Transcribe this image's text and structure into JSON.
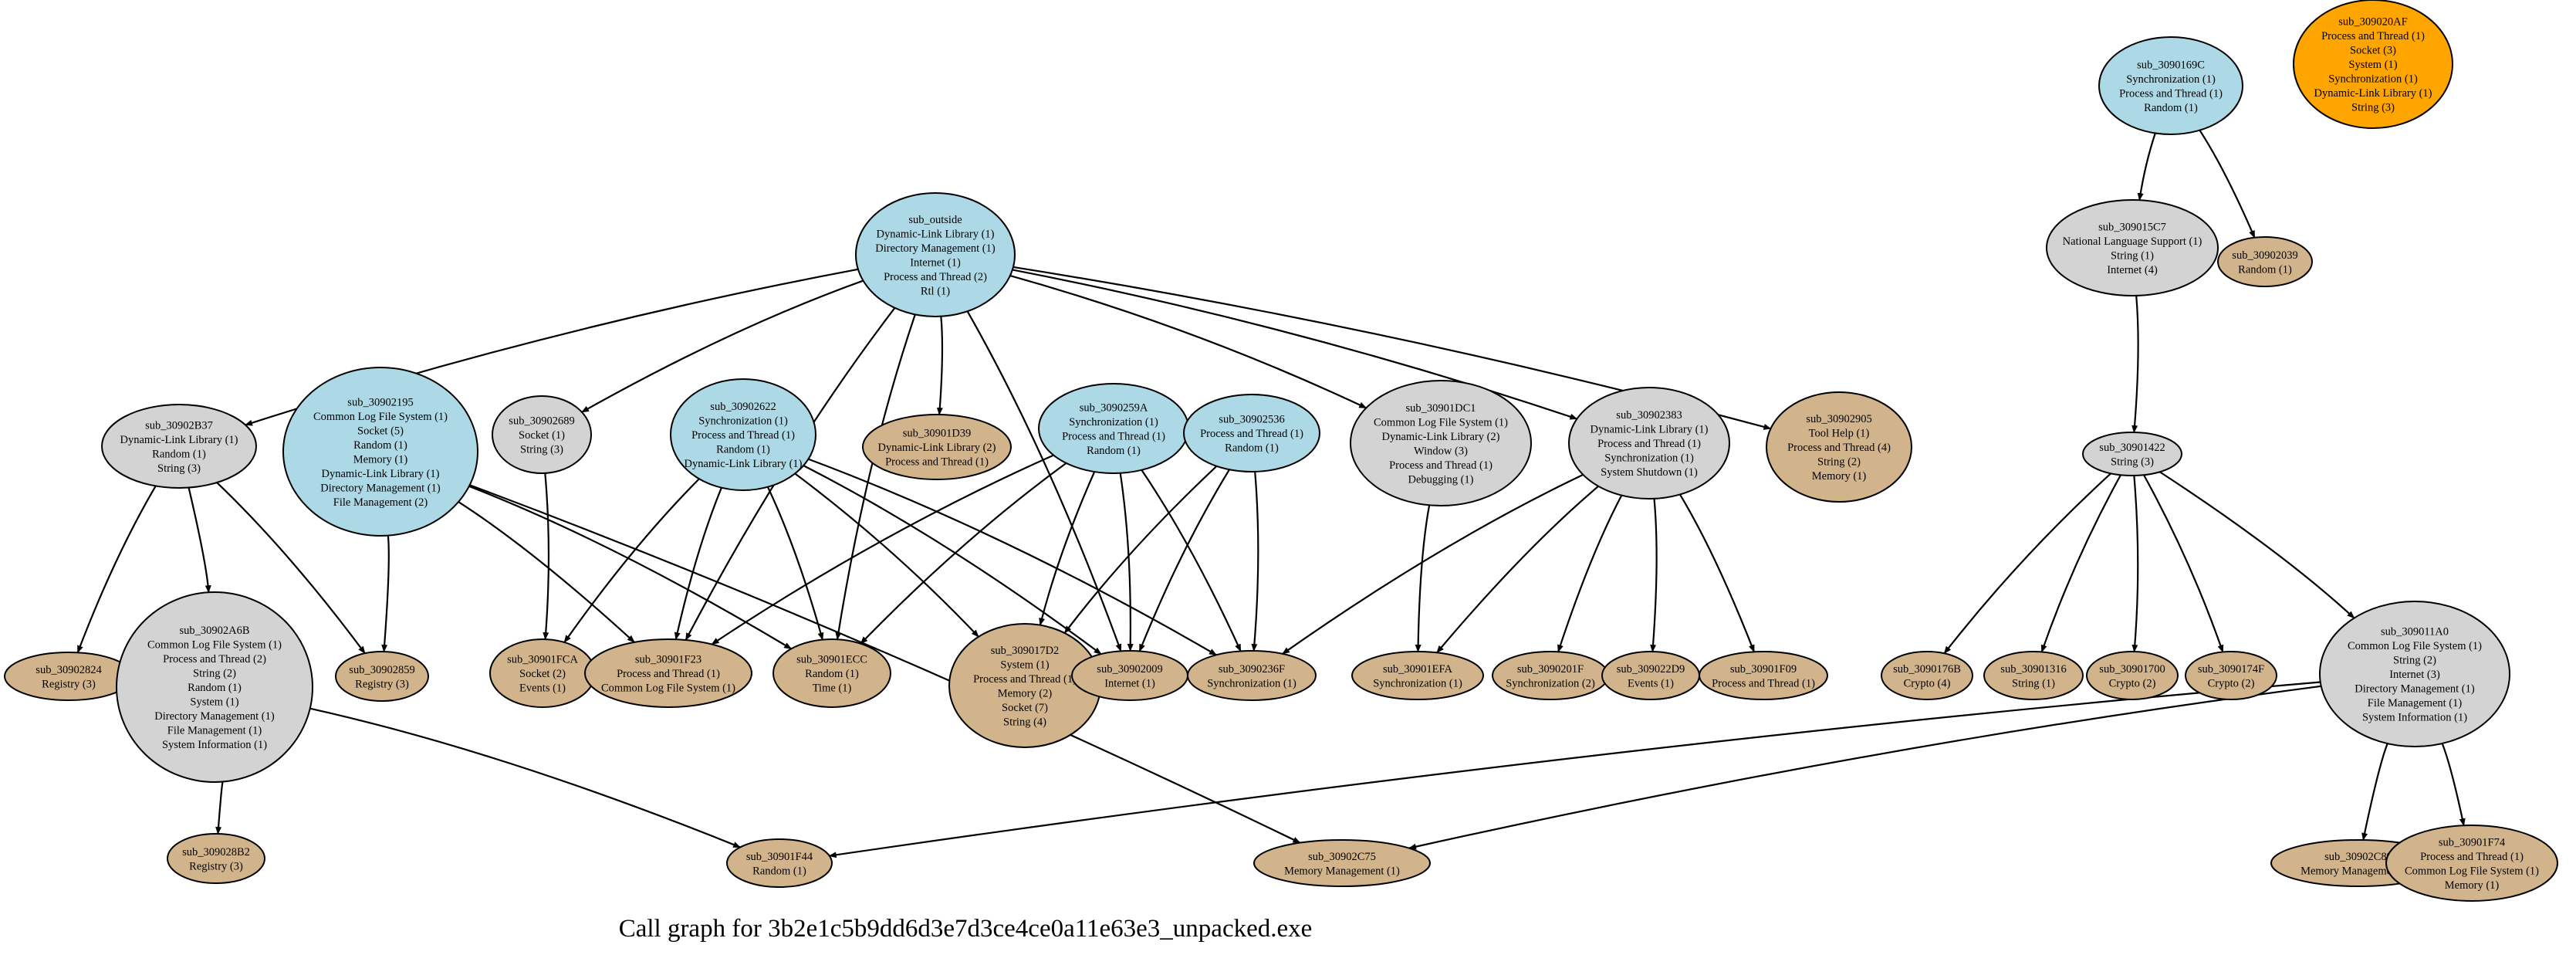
{
  "caption": "Call graph for 3b2e1c5b9dd6d3e7d3ce4ce0a11e63e3_unpacked.exe",
  "colors": {
    "blue": "#add8e6",
    "gray": "#d3d3d3",
    "tan": "#d2b48c",
    "orange": "#ffa500",
    "stroke": "#000000"
  },
  "nodes": [
    {
      "id": "sub_outside",
      "color": "blue",
      "lines": [
        "sub_outside",
        "Dynamic-Link Library (1)",
        "Directory Management (1)",
        "Internet (1)",
        "Process and Thread (2)",
        "Rtl (1)"
      ]
    },
    {
      "id": "sub_30902B37",
      "color": "gray",
      "lines": [
        "sub_30902B37",
        "Dynamic-Link Library (1)",
        "Random (1)",
        "String (3)"
      ]
    },
    {
      "id": "sub_30902195",
      "color": "blue",
      "lines": [
        "sub_30902195",
        "Common Log File System (1)",
        "Socket (5)",
        "Random (1)",
        "Memory (1)",
        "Dynamic-Link Library (1)",
        "Directory Management (1)",
        "File Management (2)"
      ]
    },
    {
      "id": "sub_30902689",
      "color": "gray",
      "lines": [
        "sub_30902689",
        "Socket (1)",
        "String (3)"
      ]
    },
    {
      "id": "sub_30902622",
      "color": "blue",
      "lines": [
        "sub_30902622",
        "Synchronization (1)",
        "Process and Thread (1)",
        "Random (1)",
        "Dynamic-Link Library (1)"
      ]
    },
    {
      "id": "sub_30901D39",
      "color": "tan",
      "lines": [
        "sub_30901D39",
        "Dynamic-Link Library (2)",
        "Process and Thread (1)"
      ]
    },
    {
      "id": "sub_3090259A",
      "color": "blue",
      "lines": [
        "sub_3090259A",
        "Synchronization (1)",
        "Process and Thread (1)",
        "Random (1)"
      ]
    },
    {
      "id": "sub_30902536",
      "color": "blue",
      "lines": [
        "sub_30902536",
        "Process and Thread (1)",
        "Random (1)"
      ]
    },
    {
      "id": "sub_30901DC1",
      "color": "gray",
      "lines": [
        "sub_30901DC1",
        "Common Log File System (1)",
        "Dynamic-Link Library (2)",
        "Window (3)",
        "Process and Thread (1)",
        "Debugging (1)"
      ]
    },
    {
      "id": "sub_30902383",
      "color": "gray",
      "lines": [
        "sub_30902383",
        "Dynamic-Link Library (1)",
        "Process and Thread (1)",
        "Synchronization (1)",
        "System Shutdown (1)"
      ]
    },
    {
      "id": "sub_30902905",
      "color": "tan",
      "lines": [
        "sub_30902905",
        "Tool Help (1)",
        "Process and Thread (4)",
        "String (2)",
        "Memory (1)"
      ]
    },
    {
      "id": "sub_3090169C",
      "color": "blue",
      "lines": [
        "sub_3090169C",
        "Synchronization (1)",
        "Process and Thread (1)",
        "Random (1)"
      ]
    },
    {
      "id": "sub_309020AF",
      "color": "orange",
      "lines": [
        "sub_309020AF",
        "Process and Thread (1)",
        "Socket (3)",
        "System (1)",
        "Synchronization (1)",
        "Dynamic-Link Library (1)",
        "String (3)"
      ]
    },
    {
      "id": "sub_309015C7",
      "color": "gray",
      "lines": [
        "sub_309015C7",
        "National Language Support (1)",
        "String (1)",
        "Internet (4)"
      ]
    },
    {
      "id": "sub_30902039",
      "color": "tan",
      "lines": [
        "sub_30902039",
        "Random (1)"
      ]
    },
    {
      "id": "sub_30901422",
      "color": "gray",
      "lines": [
        "sub_30901422",
        "String (3)"
      ]
    },
    {
      "id": "sub_30902824",
      "color": "tan",
      "lines": [
        "sub_30902824",
        "Registry (3)"
      ]
    },
    {
      "id": "sub_30902A6B",
      "color": "gray",
      "lines": [
        "sub_30902A6B",
        "Common Log File System (1)",
        "Process and Thread (2)",
        "String (2)",
        "Random (1)",
        "System (1)",
        "Directory Management (1)",
        "File Management (1)",
        "System Information (1)"
      ]
    },
    {
      "id": "sub_30902859",
      "color": "tan",
      "lines": [
        "sub_30902859",
        "Registry (3)"
      ]
    },
    {
      "id": "sub_30901FCA",
      "color": "tan",
      "lines": [
        "sub_30901FCA",
        "Socket (2)",
        "Events (1)"
      ]
    },
    {
      "id": "sub_30901F23",
      "color": "tan",
      "lines": [
        "sub_30901F23",
        "Process and Thread (1)",
        "Common Log File System (1)"
      ]
    },
    {
      "id": "sub_30901ECC",
      "color": "tan",
      "lines": [
        "sub_30901ECC",
        "Random (1)",
        "Time (1)"
      ]
    },
    {
      "id": "sub_309017D2",
      "color": "tan",
      "lines": [
        "sub_309017D2",
        "System (1)",
        "Process and Thread (1)",
        "Memory (2)",
        "Socket (7)",
        "String (4)"
      ]
    },
    {
      "id": "sub_30902009",
      "color": "tan",
      "lines": [
        "sub_30902009",
        "Internet (1)"
      ]
    },
    {
      "id": "sub_3090236F",
      "color": "tan",
      "lines": [
        "sub_3090236F",
        "Synchronization (1)"
      ]
    },
    {
      "id": "sub_30901EFA",
      "color": "tan",
      "lines": [
        "sub_30901EFA",
        "Synchronization (1)"
      ]
    },
    {
      "id": "sub_3090201F",
      "color": "tan",
      "lines": [
        "sub_3090201F",
        "Synchronization (2)"
      ]
    },
    {
      "id": "sub_309022D9",
      "color": "tan",
      "lines": [
        "sub_309022D9",
        "Events (1)"
      ]
    },
    {
      "id": "sub_30901F09",
      "color": "tan",
      "lines": [
        "sub_30901F09",
        "Process and Thread (1)"
      ]
    },
    {
      "id": "sub_3090176B",
      "color": "tan",
      "lines": [
        "sub_3090176B",
        "Crypto (4)"
      ]
    },
    {
      "id": "sub_30901316",
      "color": "tan",
      "lines": [
        "sub_30901316",
        "String (1)"
      ]
    },
    {
      "id": "sub_30901700",
      "color": "tan",
      "lines": [
        "sub_30901700",
        "Crypto (2)"
      ]
    },
    {
      "id": "sub_3090174F",
      "color": "tan",
      "lines": [
        "sub_3090174F",
        "Crypto (2)"
      ]
    },
    {
      "id": "sub_309011A0",
      "color": "gray",
      "lines": [
        "sub_309011A0",
        "Common Log File System (1)",
        "String (2)",
        "Internet (3)",
        "Directory Management (1)",
        "File Management (1)",
        "System Information (1)"
      ]
    },
    {
      "id": "sub_309028B2",
      "color": "tan",
      "lines": [
        "sub_309028B2",
        "Registry (3)"
      ]
    },
    {
      "id": "sub_30901F44",
      "color": "tan",
      "lines": [
        "sub_30901F44",
        "Random (1)"
      ]
    },
    {
      "id": "sub_30902C75",
      "color": "tan",
      "lines": [
        "sub_30902C75",
        "Memory Management (1)"
      ]
    },
    {
      "id": "sub_30902C89",
      "color": "tan",
      "lines": [
        "sub_30902C89",
        "Memory Management (1)"
      ]
    },
    {
      "id": "sub_30901F74",
      "color": "tan",
      "lines": [
        "sub_30901F74",
        "Process and Thread (1)",
        "Common Log File System (1)",
        "Memory (1)"
      ]
    }
  ],
  "edges": [
    [
      "sub_outside",
      "sub_30902B37"
    ],
    [
      "sub_outside",
      "sub_30902689"
    ],
    [
      "sub_outside",
      "sub_30901F23"
    ],
    [
      "sub_outside",
      "sub_30901ECC"
    ],
    [
      "sub_outside",
      "sub_30901D39"
    ],
    [
      "sub_outside",
      "sub_30902009"
    ],
    [
      "sub_outside",
      "sub_30901DC1"
    ],
    [
      "sub_outside",
      "sub_30902383"
    ],
    [
      "sub_outside",
      "sub_30902905"
    ],
    [
      "sub_30902B37",
      "sub_30902824"
    ],
    [
      "sub_30902B37",
      "sub_30902A6B"
    ],
    [
      "sub_30902B37",
      "sub_30902859"
    ],
    [
      "sub_30902195",
      "sub_30902859"
    ],
    [
      "sub_30902195",
      "sub_30901F23"
    ],
    [
      "sub_30902195",
      "sub_30901ECC"
    ],
    [
      "sub_30902195",
      "sub_30902C75"
    ],
    [
      "sub_30902689",
      "sub_30901FCA"
    ],
    [
      "sub_30902622",
      "sub_30901FCA"
    ],
    [
      "sub_30902622",
      "sub_30901F23"
    ],
    [
      "sub_30902622",
      "sub_30901ECC"
    ],
    [
      "sub_30902622",
      "sub_309017D2"
    ],
    [
      "sub_30902622",
      "sub_30902009"
    ],
    [
      "sub_30902622",
      "sub_3090236F"
    ],
    [
      "sub_3090259A",
      "sub_30901F23"
    ],
    [
      "sub_3090259A",
      "sub_30901ECC"
    ],
    [
      "sub_3090259A",
      "sub_309017D2"
    ],
    [
      "sub_3090259A",
      "sub_30902009"
    ],
    [
      "sub_3090259A",
      "sub_3090236F"
    ],
    [
      "sub_30902536",
      "sub_309017D2"
    ],
    [
      "sub_30902536",
      "sub_30902009"
    ],
    [
      "sub_30902536",
      "sub_3090236F"
    ],
    [
      "sub_30901DC1",
      "sub_30901EFA"
    ],
    [
      "sub_30902383",
      "sub_3090236F"
    ],
    [
      "sub_30902383",
      "sub_30901EFA"
    ],
    [
      "sub_30902383",
      "sub_3090201F"
    ],
    [
      "sub_30902383",
      "sub_309022D9"
    ],
    [
      "sub_30902383",
      "sub_30901F09"
    ],
    [
      "sub_30902A6B",
      "sub_309028B2"
    ],
    [
      "sub_30902A6B",
      "sub_30901F44"
    ],
    [
      "sub_3090169C",
      "sub_309015C7"
    ],
    [
      "sub_3090169C",
      "sub_30902039"
    ],
    [
      "sub_309015C7",
      "sub_30901422"
    ],
    [
      "sub_30901422",
      "sub_3090176B"
    ],
    [
      "sub_30901422",
      "sub_30901316"
    ],
    [
      "sub_30901422",
      "sub_30901700"
    ],
    [
      "sub_30901422",
      "sub_3090174F"
    ],
    [
      "sub_30901422",
      "sub_309011A0"
    ],
    [
      "sub_309011A0",
      "sub_30901F44"
    ],
    [
      "sub_309011A0",
      "sub_30902C75"
    ],
    [
      "sub_309011A0",
      "sub_30902C89"
    ],
    [
      "sub_309011A0",
      "sub_30901F74"
    ]
  ]
}
